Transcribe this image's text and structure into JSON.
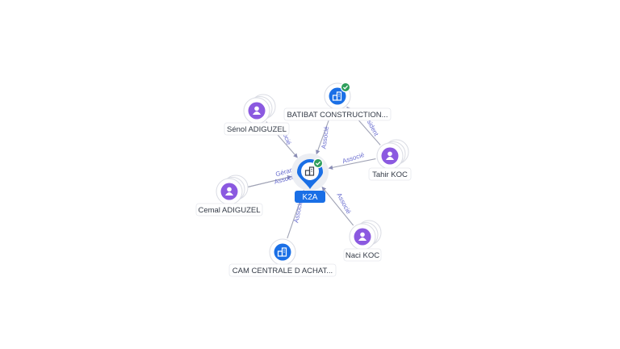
{
  "colors": {
    "edge": "#a0a3b5",
    "edge_label": "#6b6fd0",
    "person": "#8b59e0",
    "company": "#1a6fe6",
    "check": "#2e9e5b",
    "center_label_bg": "#1a6fe6"
  },
  "center": {
    "label": "K2A",
    "icon": "building-icon",
    "verified": true
  },
  "nodes": [
    {
      "id": "batibat",
      "label": "BATIBAT CONSTRUCTION...",
      "kind": "company",
      "icon": "building-icon",
      "verified": true
    },
    {
      "id": "senol",
      "label": "Sénol ADIGUZEL",
      "kind": "person",
      "icon": "person-icon",
      "verified": false
    },
    {
      "id": "tahir",
      "label": "Tahir KOC",
      "kind": "person",
      "icon": "person-icon",
      "verified": false
    },
    {
      "id": "cemal",
      "label": "Cemal ADIGUZEL",
      "kind": "person",
      "icon": "person-icon",
      "verified": false
    },
    {
      "id": "cam",
      "label": "CAM CENTRALE D ACHAT...",
      "kind": "company",
      "icon": "building-icon",
      "verified": false
    },
    {
      "id": "naci",
      "label": "Naci KOC",
      "kind": "person",
      "icon": "person-icon",
      "verified": false
    }
  ],
  "edges": [
    {
      "from": "batibat",
      "to": "center",
      "label": "Associé"
    },
    {
      "from": "senol",
      "to": "center",
      "label": "Associé"
    },
    {
      "from": "tahir",
      "to": "center",
      "label": "Associé"
    },
    {
      "from": "tahir",
      "to": "batibat",
      "label": "Président"
    },
    {
      "from": "cemal",
      "to": "center",
      "label": "Gérant"
    },
    {
      "from": "cemal",
      "to": "center",
      "label": "Associé"
    },
    {
      "from": "cam",
      "to": "center",
      "label": "Associé"
    },
    {
      "from": "naci",
      "to": "center",
      "label": "Associé"
    }
  ]
}
